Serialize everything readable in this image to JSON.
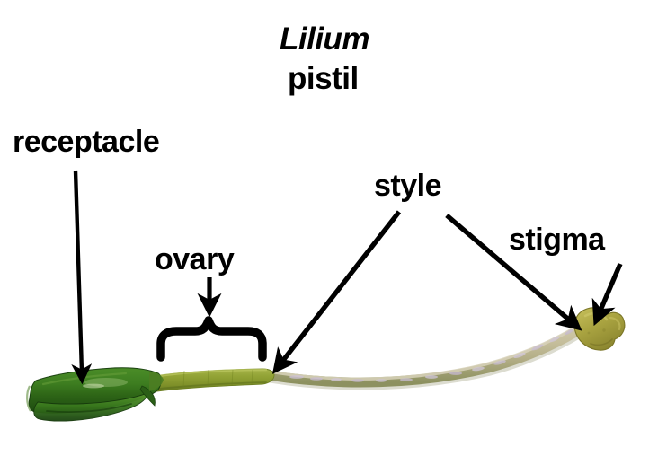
{
  "figure": {
    "title": {
      "genus": "Lilium",
      "part": "pistil"
    },
    "background_color": "#ffffff",
    "text_color": "#000000",
    "labels": [
      {
        "id": "receptacle",
        "text": "receptacle"
      },
      {
        "id": "ovary",
        "text": "ovary"
      },
      {
        "id": "style",
        "text": "style"
      },
      {
        "id": "stigma",
        "text": "stigma"
      }
    ],
    "annotations": {
      "receptacle_arrow": "arrow-down",
      "ovary_brace": "curly-brace-up",
      "ovary_arrow": "arrow-down",
      "style_arrow_left": "arrow-down-left",
      "style_arrow_right": "arrow-down-right",
      "stigma_arrow": "arrow-down-left"
    },
    "specimen": {
      "name": "lilium-pistil-photo",
      "parts": [
        {
          "id": "receptacle",
          "color": "#346b1b"
        },
        {
          "id": "ovary",
          "color": "#8c9e33"
        },
        {
          "id": "style",
          "color": "#b8b18c"
        },
        {
          "id": "stigma",
          "color": "#a9a340"
        }
      ]
    }
  }
}
